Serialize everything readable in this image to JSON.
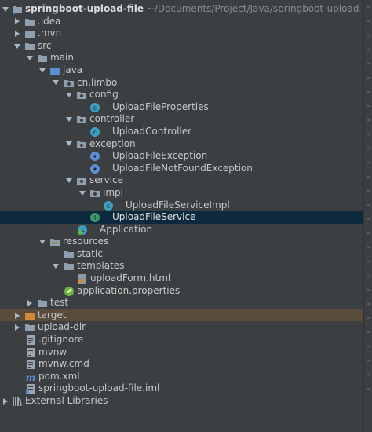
{
  "root": {
    "name": "springboot-upload-file",
    "path": "~/Documents/Project/Java/springboot-upload-file"
  },
  "rows": {
    "idea": ".idea",
    "mvn": ".mvn",
    "src": "src",
    "main": "main",
    "java": "java",
    "pkg": "cn.limbo",
    "config": "config",
    "uploadFileProperties": "UploadFileProperties",
    "controller": "controller",
    "uploadController": "UploadController",
    "exception": "exception",
    "uploadFileException": "UploadFileException",
    "uploadFileNotFoundException": "UploadFileNotFoundException",
    "service": "service",
    "impl": "impl",
    "uploadFileServiceImpl": "UploadFileServiceImpl",
    "uploadFileService": "UploadFileService",
    "application": "Application",
    "resources": "resources",
    "static": "static",
    "templates": "templates",
    "uploadForm": "uploadForm.html",
    "applicationProperties": "application.properties",
    "test": "test",
    "target": "target",
    "uploadDir": "upload-dir",
    "gitignore": ".gitignore",
    "mvnw": "mvnw",
    "mvnwCmd": "mvnw.cmd",
    "pom": "pom.xml",
    "iml": "springboot-upload-file.iml",
    "externalLibraries": "External Libraries"
  },
  "colors": {
    "background": "#3b3f41",
    "selection": "#0d293e",
    "excluded": "#5a4c3d",
    "folder": "#8ea0b0",
    "sourceFolder": "#5a8fd0",
    "resourceFolder": "#9a8a6a",
    "targetFolder": "#d08a3a",
    "classIcon": "#3d9fc1",
    "interfaceIcon": "#3a9a6a",
    "exceptionIcon": "#5f8fd6"
  }
}
